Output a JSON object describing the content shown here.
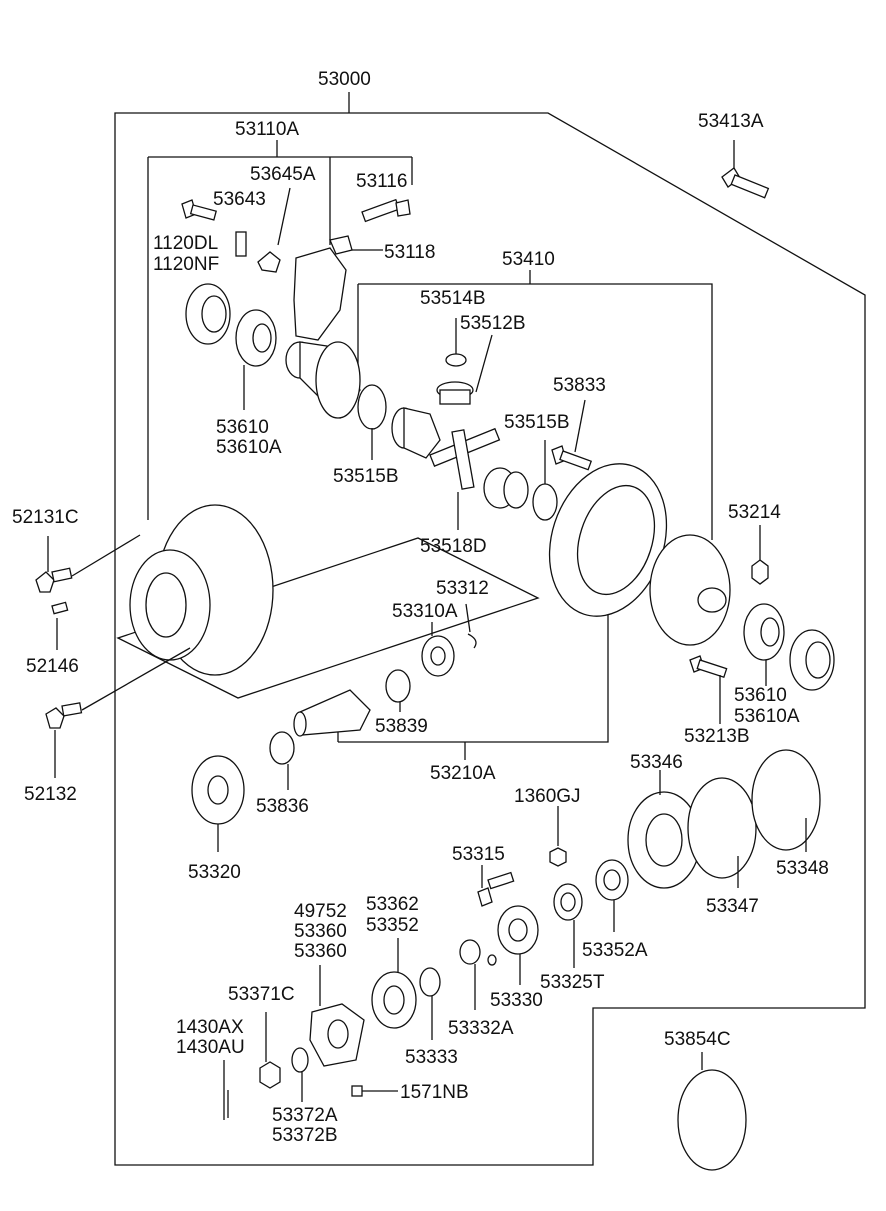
{
  "labels": {
    "l53000": "53000",
    "l53110A": "53110A",
    "l53413A": "53413A",
    "l53645A": "53645A",
    "l53643": "53643",
    "l53116": "53116",
    "l1120DL": "1120DL",
    "l1120NF": "1120NF",
    "l53118": "53118",
    "l53410": "53410",
    "l53514B": "53514B",
    "l53512B": "53512B",
    "l53833": "53833",
    "l53610_l": "53610",
    "l53610A_l": "53610A",
    "l53515B_r": "53515B",
    "l53515B_l": "53515B",
    "l52131C": "52131C",
    "l53214": "53214",
    "l53518D": "53518D",
    "l53312": "53312",
    "l53310A": "53310A",
    "l52146": "52146",
    "l53610_r": "53610",
    "l53610A_r": "53610A",
    "l53839": "53839",
    "l53213B": "53213B",
    "l52132": "52132",
    "l53210A": "53210A",
    "l53346": "53346",
    "l53836": "53836",
    "l1360GJ": "1360GJ",
    "l53320": "53320",
    "l53315": "53315",
    "l53348": "53348",
    "l53347": "53347",
    "l49752": "49752",
    "l53360a": "53360",
    "l53360b": "53360",
    "l53362": "53362",
    "l53352": "53352",
    "l53352A": "53352A",
    "l53325T": "53325T",
    "l53371C": "53371C",
    "l53330": "53330",
    "l1430AX": "1430AX",
    "l1430AU": "1430AU",
    "l53332A": "53332A",
    "l53333": "53333",
    "l53854C": "53854C",
    "l1571NB": "1571NB",
    "l53372A": "53372A",
    "l53372B": "53372B"
  }
}
